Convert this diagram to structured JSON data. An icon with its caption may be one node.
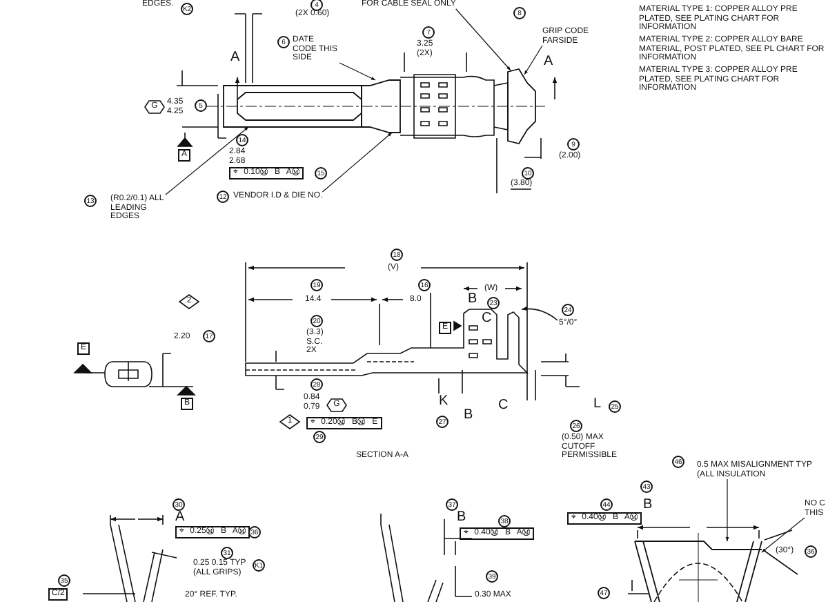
{
  "diagram": {
    "nodes": [
      {
        "text": [
          "FOR CABLE SEAL ONLY"
        ]
      },
      {
        "text": [
          "DATE CODE THIS SIDE"
        ]
      },
      {
        "text": [
          "GRIP CODE FARSIDE"
        ]
      },
      {
        "text": [
          "VENDOR I.D & DIE NO."
        ]
      },
      {
        "text": [
          "(R0.2/0.1) ALL LEADING EDGES"
        ]
      },
      {
        "text": [
          "0.5 MAX MISALIGNMENT TYP (ALL INSULATION"
        ]
      },
      {
        "text": [
          "NO C THIS"
        ]
      },
      {
        "text": [],
        "shape": "picture"
      },
      {
        "text": [],
        "shape": "picture"
      },
      {
        "text": [],
        "shape": "picture"
      },
      {
        "text": [],
        "shape": "picture"
      }
    ],
    "edges": [
      {
        "from": 0,
        "to": 7,
        "arrow": "to"
      },
      {
        "from": 1,
        "to": 8,
        "arrow": "to"
      },
      {
        "from": 2,
        "to": 7,
        "arrow": "to"
      },
      {
        "from": 3,
        "to": 8,
        "arrow": "to"
      },
      {
        "from": 4,
        "to": 9,
        "arrow": "to"
      },
      {
        "from": 5,
        "to": 10,
        "arrow": "to"
      },
      {
        "from": 6,
        "to": 10,
        "arrow": "to"
      }
    ],
    "labels": [
      "EDGES.",
      "K2",
      "4",
      "(2X 0.60)",
      "7",
      "3.25 (2X)",
      "8",
      "6",
      "A",
      "A",
      "G",
      "4.35 4.25",
      "5",
      "A",
      "14",
      "2.84 2.68",
      "⌖ 0.10Ⓜ B AⓂ",
      "15",
      "13",
      "12",
      "9",
      "(2.00)",
      "10",
      "(3.80)",
      "MATERIAL TYPE 1: COPPER ALLOY PRE PLATED, SEE PLATING CHART FOR INFORMATION",
      "MATERIAL TYPE 2: COPPER ALLOY BARE MATERIAL, POST PLATED, SEE PL CHART FOR INFORMATION",
      "MATERIAL TYPE 3: COPPER ALLOY PRE PLATED, SEE PLATING CHART FOR INFORMATION",
      "18",
      "(V)",
      "19",
      "14.4",
      "16",
      "8.0",
      "(W)",
      "23",
      "24",
      "5°/0°",
      "20",
      "(3.3) S.C. 2X",
      "B",
      "C",
      "E",
      "2",
      "2.20",
      "17",
      "E",
      "B",
      "28",
      "0.84 0.79",
      "G",
      "1",
      "⌖ 0.20Ⓜ BⓂ E",
      "29",
      "K",
      "27",
      "B",
      "C",
      "L",
      "25",
      "26",
      "(0.50) MAX CUTOFF PERMISSIBLE",
      "SECTION A-A",
      "30",
      "A",
      "⌖ 0.25Ⓜ B AⓂ",
      "36",
      "31",
      "0.25 0.15 TYP (ALL GRIPS)",
      "K1",
      "35",
      "C/2",
      "20° REF. TYP.",
      "37",
      "B",
      "38",
      "⌖ 0.40Ⓜ B AⓂ",
      "39",
      "0.30 MAX",
      "44",
      "43",
      "B",
      "⌖ 0.40Ⓜ B AⓂ",
      "46",
      "(30°)",
      "36",
      "47"
    ]
  }
}
